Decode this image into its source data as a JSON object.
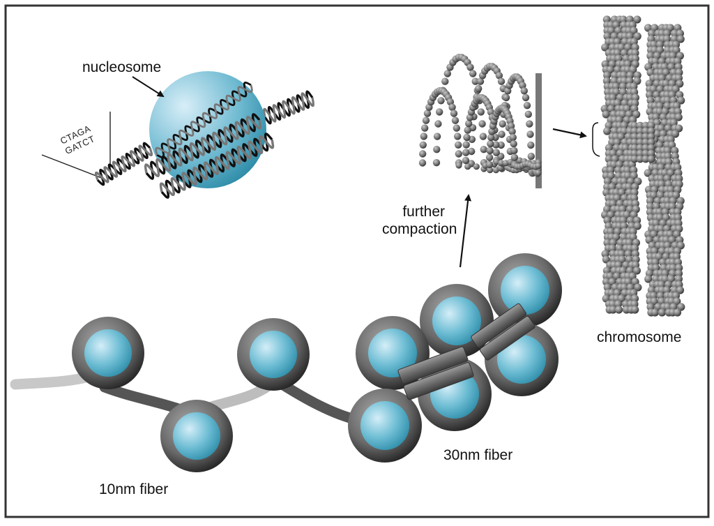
{
  "labels": {
    "nucleosome": "nucleosome",
    "further_compaction_line1": "further",
    "further_compaction_line2": "compaction",
    "chromosome": "chromosome",
    "fiber_10nm": "10nm fiber",
    "fiber_30nm": "30nm fiber"
  },
  "dna_sequence": {
    "top_strand": "CTAGA",
    "bottom_strand": "GATCT"
  },
  "colors": {
    "nucleosome_core": "#3a9bb5",
    "nucleosome_core_light": "#b9dff0",
    "histone_ring_dark": "#2b2b2b",
    "histone_ring_light": "#9a9a9a",
    "linker_dark": "#555555",
    "linker_light": "#c8c8c8",
    "chromosome_bead": "#6f6f6f",
    "frame": "#333333"
  },
  "icons": [
    "arrow-icon",
    "bracket-icon",
    "dna-helix-icon"
  ]
}
